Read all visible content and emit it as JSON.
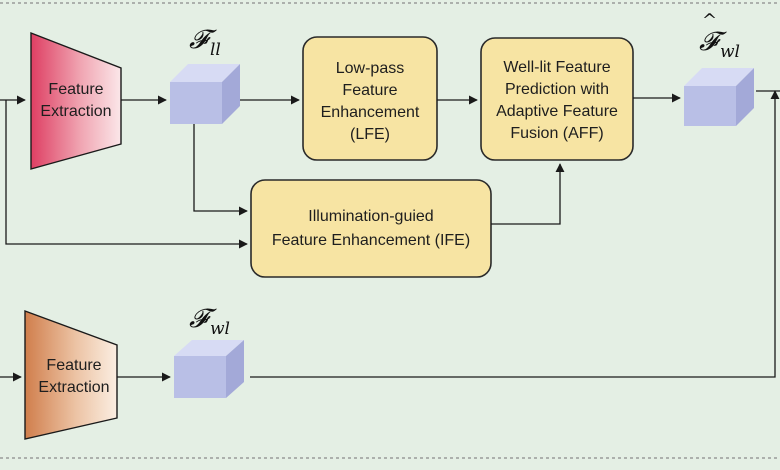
{
  "blocks": {
    "feature_extraction_top": [
      "Feature",
      "Extraction"
    ],
    "feature_extraction_bottom": [
      "Feature",
      "Extraction"
    ],
    "lfe": [
      "Low-pass",
      "Feature",
      "Enhancement",
      "(LFE)"
    ],
    "aff": [
      "Well-lit Feature",
      "Prediction with",
      "Adaptive Feature",
      "Fusion (AFF)"
    ],
    "ife": [
      "Illumination-guied",
      "Feature Enhancement (IFE)"
    ]
  },
  "features": {
    "f_ll": {
      "symbol": "𝓕",
      "subscript": "ll"
    },
    "f_wl_hat": {
      "symbol": "𝓕",
      "accent": "^",
      "subscript": "wl"
    },
    "f_wl": {
      "symbol": "𝓕",
      "subscript": "wl"
    }
  },
  "colors": {
    "background": "#e4efe4",
    "block_fill": "#f7e4a3",
    "cube_front": "#b9bfe6",
    "cube_top": "#d7dbf4",
    "cube_side": "#a3a9d8"
  }
}
